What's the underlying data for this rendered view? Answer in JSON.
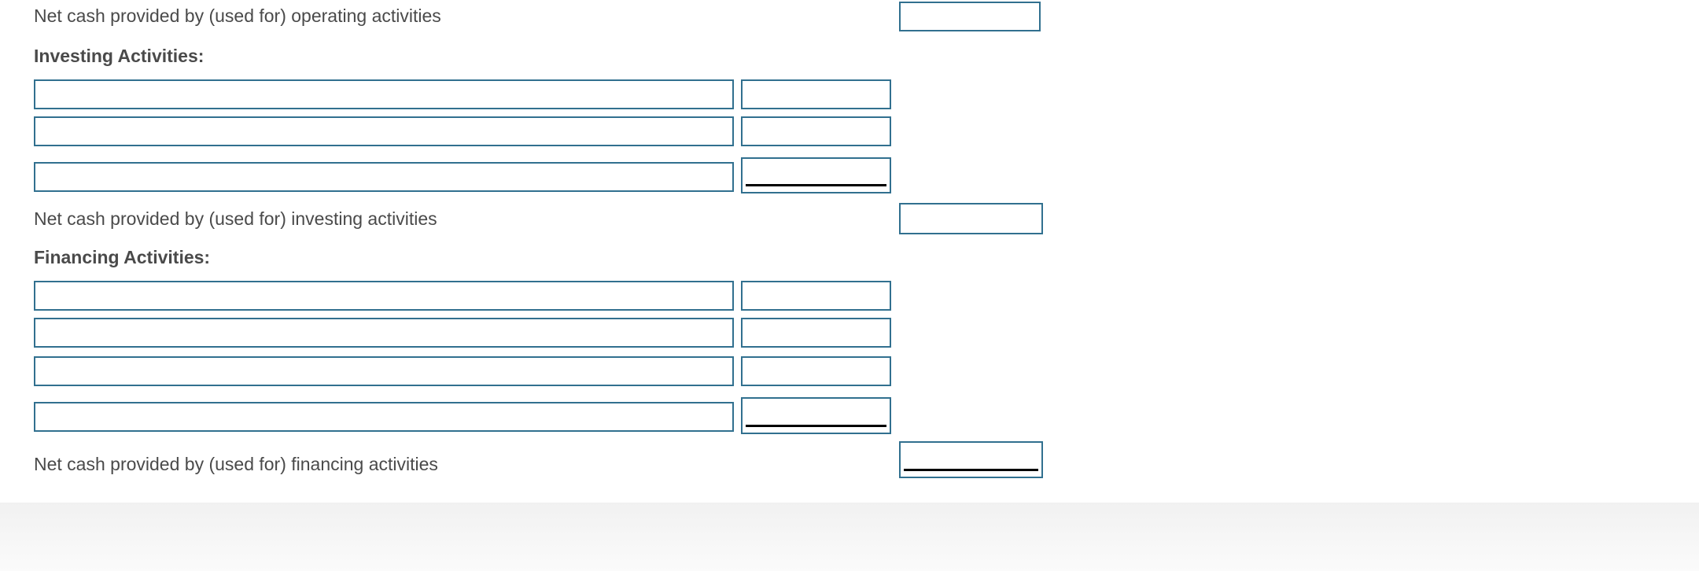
{
  "colors": {
    "input_border": "#31708f",
    "label_text": "#4a4a4a",
    "rule_line": "#000000",
    "footer_top": "#f1f1f1",
    "footer_bottom": "#fbfbfb"
  },
  "statement": {
    "operating": {
      "net_label": "Net cash provided by (used for) operating activities",
      "net_value": ""
    },
    "investing": {
      "header": "Investing Activities:",
      "rows": [
        {
          "description": "",
          "amount": "",
          "subtotal_rule": false
        },
        {
          "description": "",
          "amount": "",
          "subtotal_rule": false
        },
        {
          "description": "",
          "amount": "",
          "subtotal_rule": true
        }
      ],
      "net_label": "Net cash provided by (used for) investing activities",
      "net_value": ""
    },
    "financing": {
      "header": "Financing Activities:",
      "rows": [
        {
          "description": "",
          "amount": "",
          "subtotal_rule": false
        },
        {
          "description": "",
          "amount": "",
          "subtotal_rule": false
        },
        {
          "description": "",
          "amount": "",
          "subtotal_rule": false
        },
        {
          "description": "",
          "amount": "",
          "subtotal_rule": true
        }
      ],
      "net_label": "Net cash provided by (used for) financing activities",
      "net_value": ""
    }
  }
}
